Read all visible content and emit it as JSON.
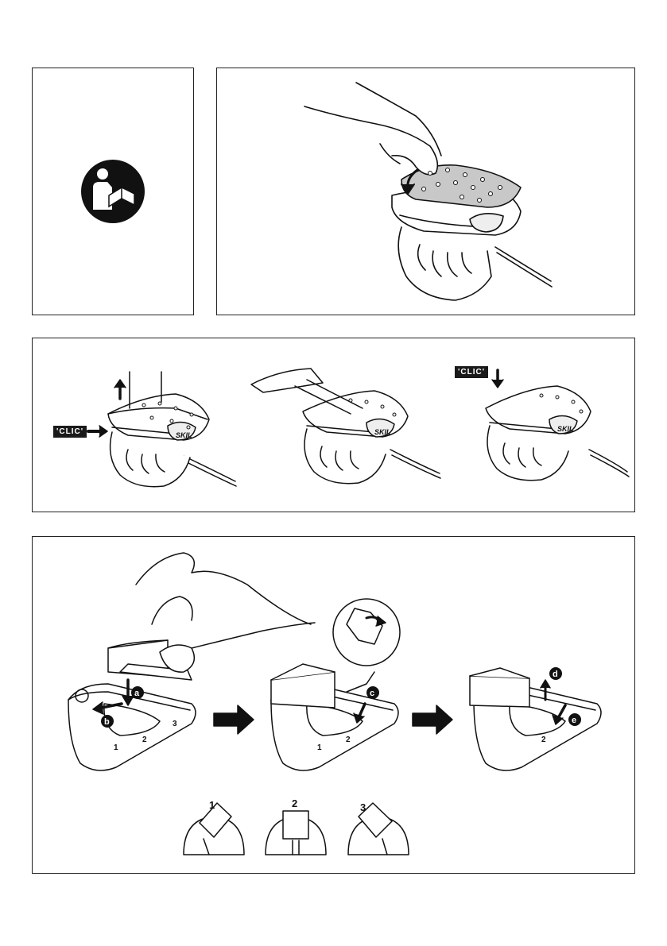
{
  "panel2": {
    "clic_label": "'CLIC'"
  },
  "panel2c": {
    "clic_label": "'CLIC'"
  },
  "panel3": {
    "step_a": "a",
    "step_b": "b",
    "step_c": "c",
    "step_d": "d",
    "step_e": "e",
    "base_pos_1": "1",
    "base_pos_2": "2",
    "base_pos_3": "3",
    "bottom_positions": [
      "1",
      "2",
      "3"
    ]
  },
  "brand_text": "SKIL"
}
